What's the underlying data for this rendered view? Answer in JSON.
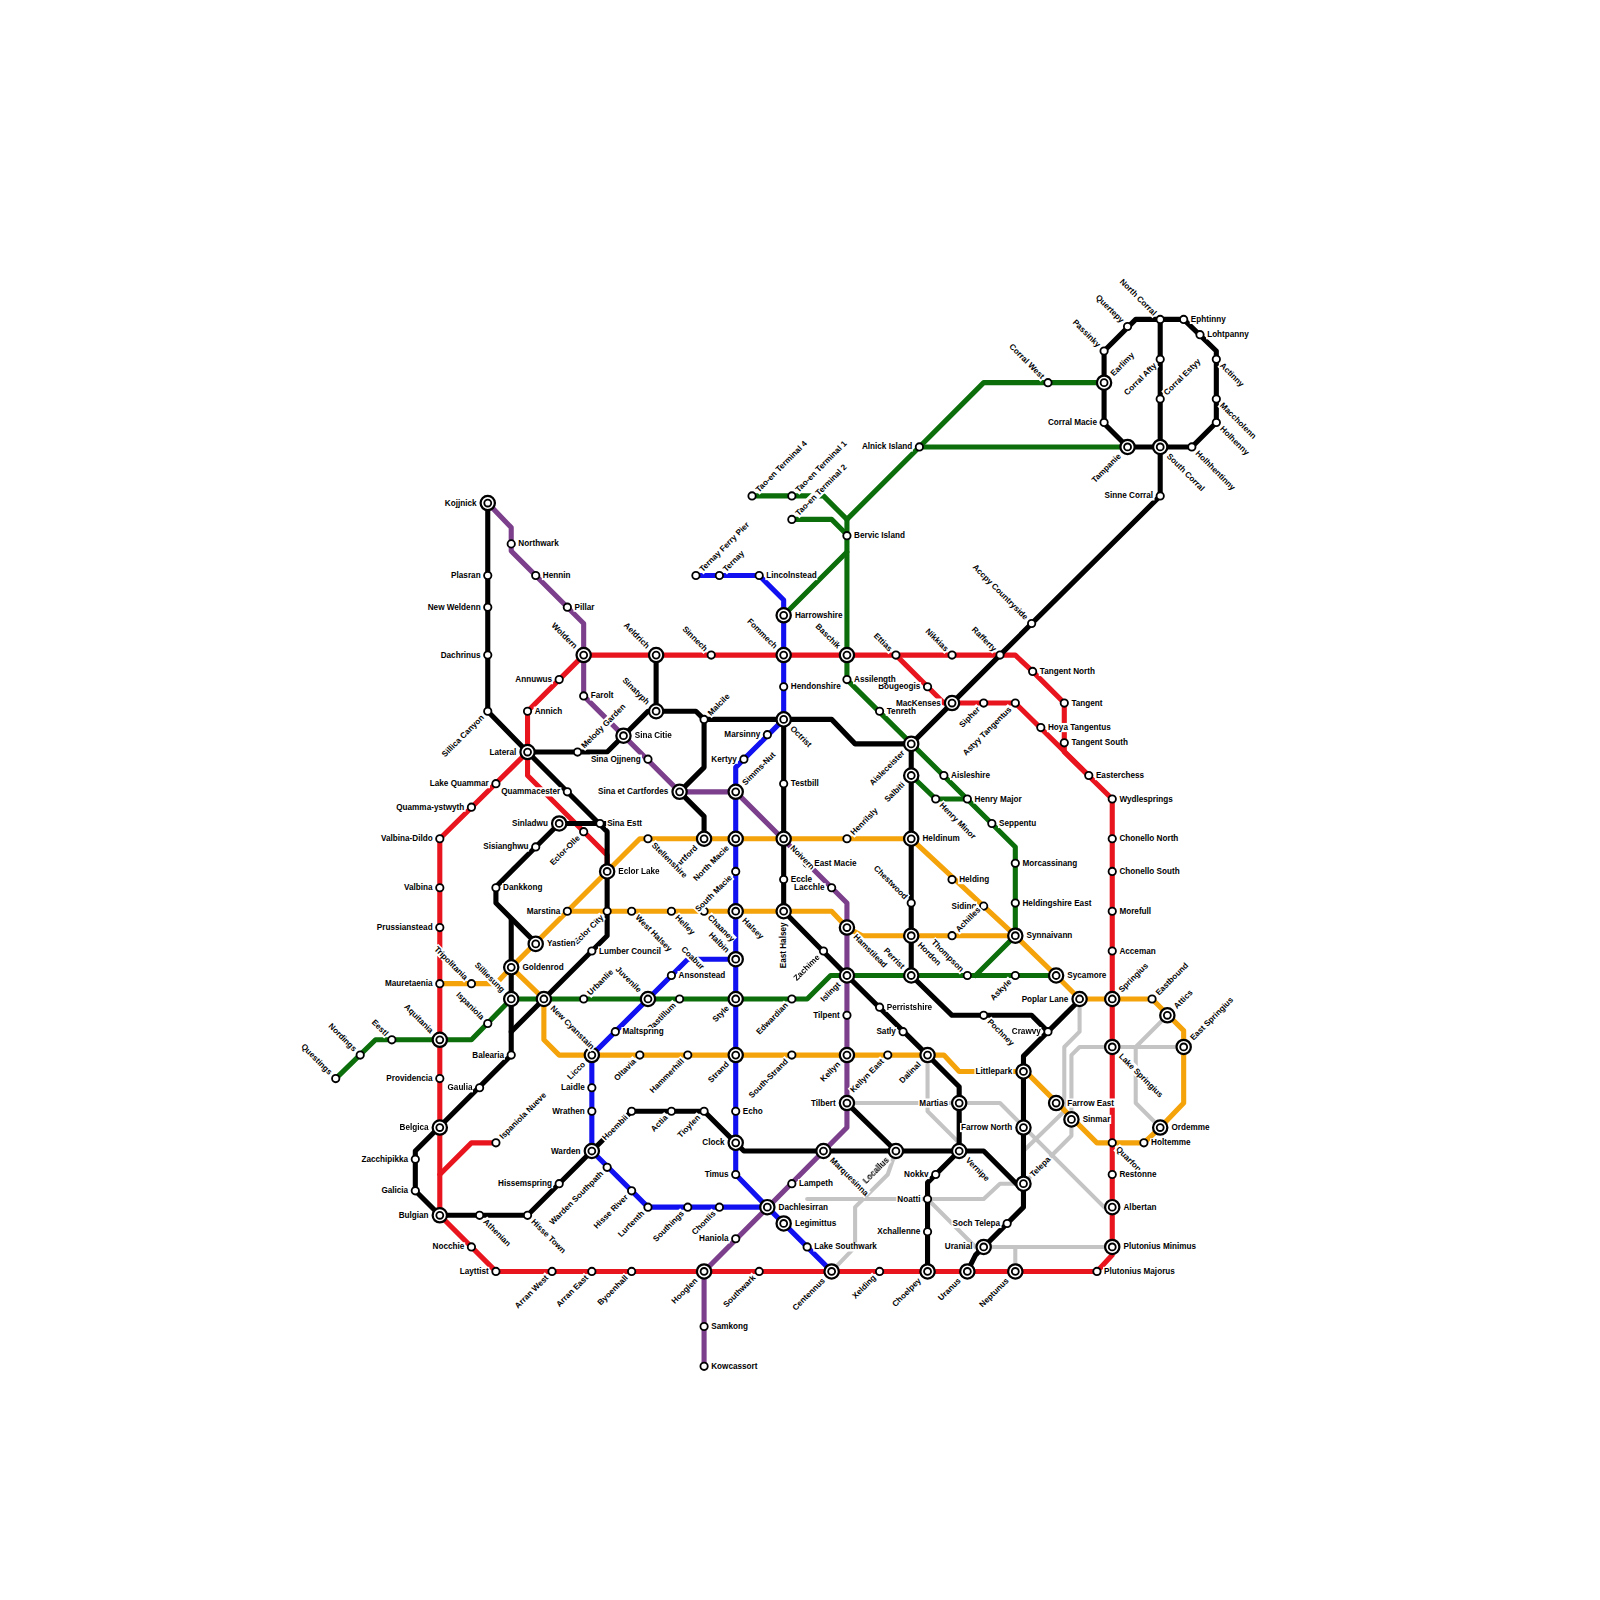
{
  "diagram": {
    "labels": [
      "Kojjnick",
      "Northwark",
      "Hennin",
      "Pillar",
      "Plasran",
      "New Weldenn",
      "Dachrinus",
      "Sillica Canyon",
      "Woldern",
      "Aeldrich",
      "Sinnech",
      "Fommech",
      "Baschik",
      "Ettias",
      "Nikkias",
      "Rafferty",
      "Tangent North",
      "Tangent",
      "Hoya Tangentus",
      "Tangent South",
      "Easterchess",
      "Astyy Tangentus",
      "Sipher",
      "MacKenses",
      "Bougeogis",
      "Assilength",
      "Tenreth",
      "Hendonshire",
      "Annuwus",
      "Annich",
      "Farolt",
      "Sinatyph",
      "Melody Garden",
      "Malcile",
      "Sina Citie",
      "Octrist",
      "Marsinny",
      "Lateral",
      "Sina Ojjneng",
      "Kertyy",
      "Aisleceister",
      "Aisleshire",
      "Simms-Nut",
      "Sina et Cartfordes",
      "Testbill",
      "Lake Quammar",
      "Quammacester",
      "Salbiti",
      "Henry Major",
      "Henry Minor",
      "Quamma-ystwyth",
      "Wydlesprings",
      "Cartford",
      "Sinladwu",
      "Sina Estt",
      "Seppentu",
      "Valbina-Dildo",
      "Stellenshire",
      "North Macie",
      "Noivern",
      "Henrilsly",
      "Heldinum",
      "Chonello North",
      "Sisianghwu",
      "Eclor-Olle",
      "East Macie",
      "Morcassinang",
      "Eclor Lake",
      "South Macie",
      "Chonello South",
      "Eccle",
      "Helding",
      "Valbina",
      "Dankkong",
      "Lacchle",
      "Chestwood",
      "Siding",
      "Heldingshire East",
      "Marstina",
      "Eclor City",
      "West Halsey",
      "Helley",
      "Chaaney",
      "Halsey",
      "East Halsey",
      "Morefull",
      "Prussianstead",
      "Hamstilead",
      "Hordon",
      "Achilles",
      "Synnaivann",
      "Yastien",
      "Lumber Council",
      "Coabur",
      "Halbin",
      "Ansonstead",
      "Acceman",
      "Zachime",
      "Perrist",
      "Thompson",
      "Askyle",
      "Sycamore",
      "Goldenrod",
      "Tripolitania",
      "Mauretaenia",
      "Silliesung",
      "Ispaniola",
      "New Cyanstain",
      "Urbanlie",
      "Juvenile",
      "Pastillum",
      "Style",
      "Edwardian",
      "Islingt",
      "Perristshire",
      "Poplar Lane",
      "Springius",
      "Eastbound",
      "Attics",
      "East Springius",
      "Tilpent",
      "Pochney",
      "Crawvy",
      "Satly",
      "Maltspring",
      "Nordings",
      "Eestl",
      "Questings",
      "Aquitania",
      "Balearia",
      "Licco",
      "Oltavia",
      "Hammerhill",
      "Strand",
      "South-Strand",
      "Kellyn",
      "Kellyn East",
      "Dalinal",
      "Littlepark",
      "Lake Springius",
      "Providencia",
      "Gaulia",
      "Laidle",
      "Farrow East",
      "Martias",
      "Tilbert",
      "Sinmar",
      "Hoembii",
      "Actia",
      "Tioylen",
      "Echo",
      "Wrathen",
      "Farrow North",
      "Ordemme",
      "Belgica",
      "Ispaniola Nueve",
      "Holtemme",
      "Quarfon",
      "Clock",
      "Warden",
      "Marquesinna",
      "Locallus",
      "Vernipe",
      "Zacchipikka",
      "Telepa",
      "Nokkv",
      "Restonne",
      "Timus",
      "Lampeth",
      "Hissemspring",
      "Warden Southpath",
      "Galicia",
      "Hisse River",
      "Noatti",
      "Dachlesirran",
      "Lurtenth",
      "Southings",
      "Chonlis",
      "Albertan",
      "Bulgian",
      "Athenian",
      "Hisse Town",
      "Legimittus",
      "Soch Telepa",
      "Xchallenne",
      "Haniola",
      "Lake Southwark",
      "Uranial",
      "Plutonius Minimus",
      "Nocchie",
      "Layttist",
      "Arran West",
      "Arran East",
      "Byoenhall",
      "Hooglen",
      "Southwark",
      "Centennus",
      "Xelding",
      "Choelpey",
      "Uranus",
      "Neptunus",
      "Plutonius Majorus",
      "Samkong",
      "Kowcassort",
      "Ephtinny",
      "Lohtpanny",
      "North Corral",
      "Quertepy",
      "Passinky",
      "Earlimy",
      "Corral West",
      "Corral Afty",
      "Corral Estyy",
      "Actinny",
      "Maccholenn",
      "Holhenny",
      "Holhhentinny",
      "Corral Macie",
      "Tampanie",
      "South Corral",
      "Alnick Island",
      "Sinne Corral",
      "Tao-en Terminal 4",
      "Tao-en Terminal 1",
      "Tao-en Terminal 2",
      "Bervic Island",
      "Accpy Countryside",
      "Ternay Ferry Pier",
      "Ternay",
      "Lincolnstead",
      "Harrowshire"
    ]
  }
}
